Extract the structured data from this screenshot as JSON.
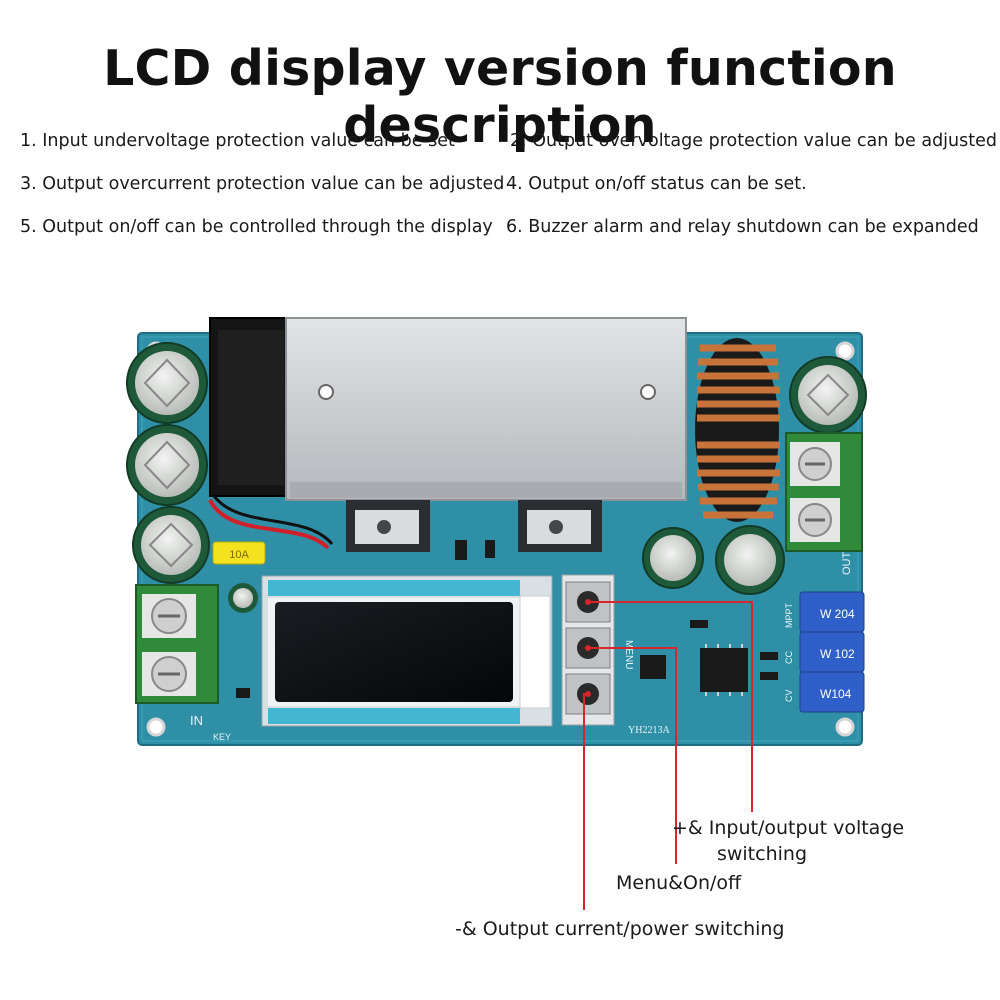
{
  "title": "LCD display version function description",
  "features": [
    "1. Input undervoltage protection value can be set",
    "2. Output overvoltage protection value can be adjusted",
    "3. Output overcurrent protection value can be adjusted",
    "4. Output on/off status can be set.",
    "5. Output on/off can be controlled through the display",
    "6. Buzzer alarm and relay shutdown can be expanded"
  ],
  "callouts": {
    "plus_button": [
      "+& Input/output voltage",
      "switching"
    ],
    "menu_button": "Menu&On/off",
    "minus_button": "-& Output current/power switching"
  },
  "board": {
    "model": "YH2213A",
    "menu_label": "MENU",
    "input_label": "IN",
    "output_label": "OUT",
    "key_label": "KEY",
    "mode_labels": [
      "MPPT",
      "CC",
      "CV"
    ],
    "pot_codes": [
      "W 204",
      "W 102",
      "W104"
    ],
    "fuse_label": "10A"
  },
  "colors": {
    "pcb": "#2f8fa6",
    "callout_line": "#d8262c",
    "heatsink": "#c9ccd0",
    "coil": "#c8733a",
    "capacitor": "#1e5a3a",
    "terminal": "#2f8a3a",
    "pot": "#2f5fc8"
  }
}
